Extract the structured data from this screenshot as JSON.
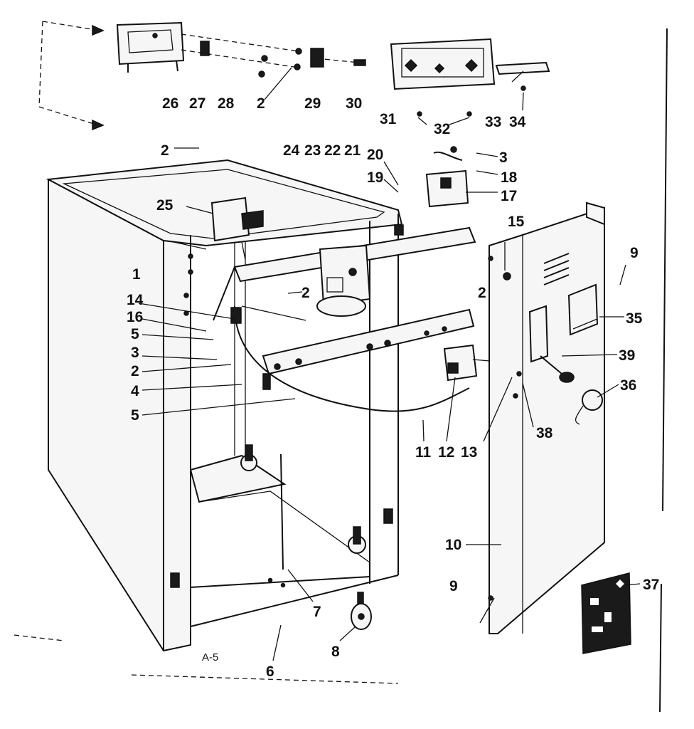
{
  "figure_label": "A-5",
  "colors": {
    "ink": "#111111",
    "paper": "#ffffff"
  },
  "labels": {
    "p1": "1",
    "p2a": "2",
    "p2b": "2",
    "p2c": "2",
    "p2d": "2",
    "p2e": "2",
    "p3a": "3",
    "p3b": "3",
    "p4": "4",
    "p5a": "5",
    "p5b": "5",
    "p6": "6",
    "p7": "7",
    "p8": "8",
    "p9a": "9",
    "p9b": "9",
    "p10": "10",
    "p11": "11",
    "p12": "12",
    "p13": "13",
    "p14": "14",
    "p15": "15",
    "p16": "16",
    "p17": "17",
    "p18": "18",
    "p19": "19",
    "p20": "20",
    "p21": "21",
    "p22": "22",
    "p23": "23",
    "p24": "24",
    "p25": "25",
    "p26": "26",
    "p27": "27",
    "p28": "28",
    "p29": "29",
    "p30": "30",
    "p31": "31",
    "p32": "32",
    "p33": "33",
    "p34": "34",
    "p35": "35",
    "p36": "36",
    "p37": "37",
    "p38": "38",
    "p39": "39"
  }
}
